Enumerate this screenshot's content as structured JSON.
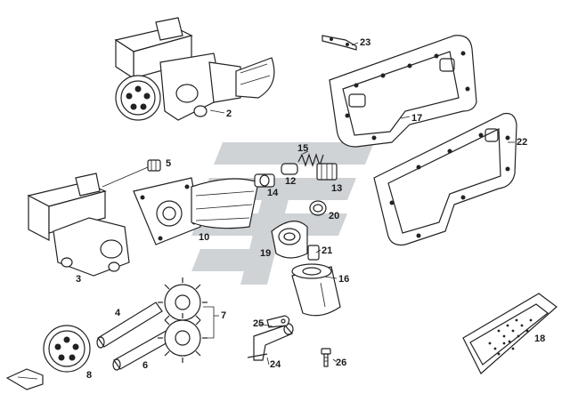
{
  "diagram": {
    "colors": {
      "line": "#222222",
      "watermark": "#c8ccd0",
      "background": "#ffffff"
    },
    "watermark": {
      "icon": "logo-watermark-icon"
    },
    "labels": [
      "2",
      "3",
      "4",
      "5",
      "6",
      "7",
      "8",
      "10",
      "12",
      "13",
      "14",
      "15",
      "16",
      "17",
      "18",
      "19",
      "20",
      "21",
      "22",
      "23",
      "24",
      "25",
      "26"
    ]
  }
}
